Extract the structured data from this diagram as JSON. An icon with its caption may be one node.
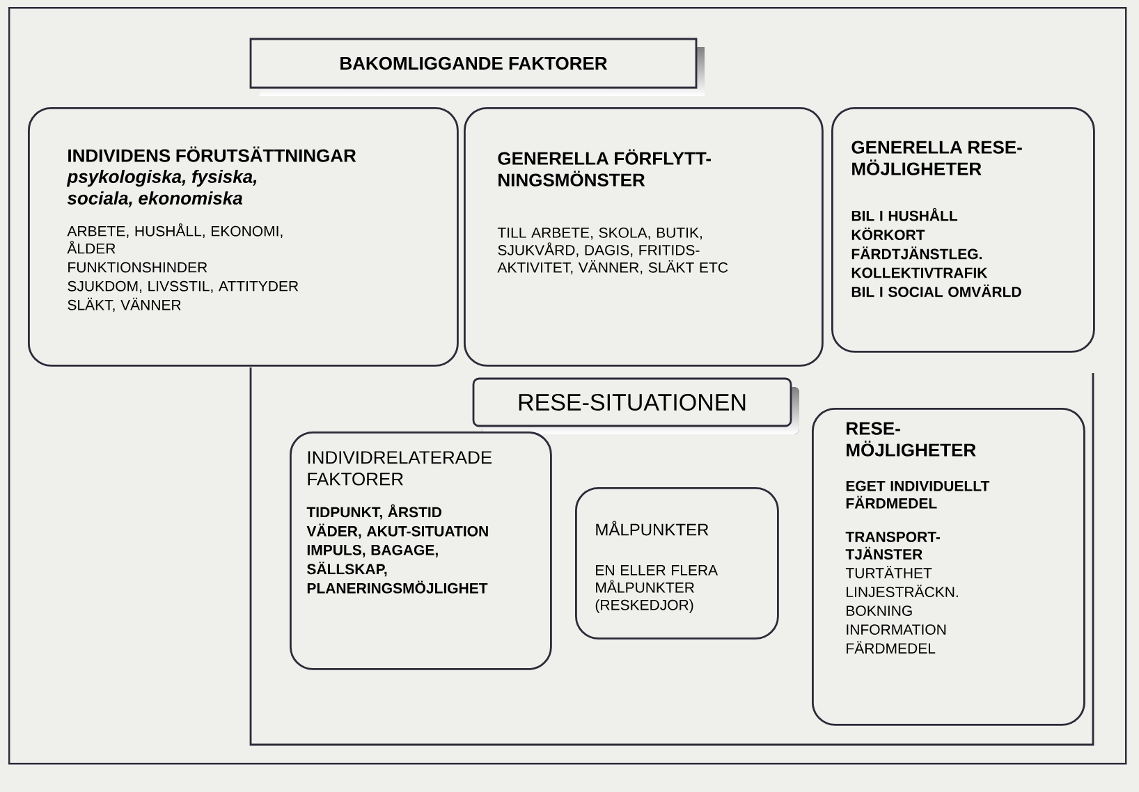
{
  "diagram": {
    "nodes": [
      {
        "text": [
          "BAKOMLIGGANDE FAKTORER"
        ]
      },
      {
        "text": [
          "INDIVIDENS FÖRUTSÄTTNINGAR",
          "psykologiska, fysiska, sociala, ekonomiska",
          "ARBETE, HUSHÅLL, EKONOMI, ÅLDER",
          "FUNKTIONSHINDER",
          "SJUKDOM, LIVSSTIL, ATTITYDER",
          "SLÄKT, VÄNNER"
        ],
        "in": 0
      },
      {
        "text": [
          "GENERELLA FÖRFLYTT- NINGSMÖNSTER",
          "TILL ARBETE, SKOLA, BUTIK, SJUKVÅRD, DAGIS, FRITIDS- AKTIVITET, VÄNNER, SLÄKT ETC"
        ],
        "in": 0
      },
      {
        "text": [
          "GENERELLA RESE- MÖJLIGHETER",
          "BIL I HUSHÅLL",
          "KÖRKORT",
          "FÄRDTJÄNSTLEG.",
          "KOLLEKTIVTRAFIK",
          "BIL I SOCIAL OMVÄRLD"
        ],
        "in": 0
      },
      {
        "text": [
          "RESE-SITUATIONEN"
        ],
        "in": 0
      },
      {
        "text": [
          "INDIVIDRELATERADE FAKTORER",
          "TIDPUNKT, ÅRSTID",
          "VÄDER, AKUT-SITUATION",
          "IMPULS, BAGAGE,",
          "SÄLLSKAP,",
          "PLANERINGSMÖJLIGHET"
        ],
        "in": 4
      },
      {
        "text": [
          "MÅLPUNKTER",
          "EN ELLER FLERA MÅLPUNKTER (RESKEDJOR)"
        ],
        "in": 4
      },
      {
        "text": [
          "RESE- MÖJLIGHETER",
          "EGET INDIVIDUELLT FÄRDMEDEL",
          "TRANSPORT- TJÄNSTER",
          "TURTÄTHET",
          "LINJESTRÄCKN.",
          "BOKNING",
          "INFORMATION",
          "FÄRDMEDEL"
        ],
        "in": 4
      }
    ]
  }
}
